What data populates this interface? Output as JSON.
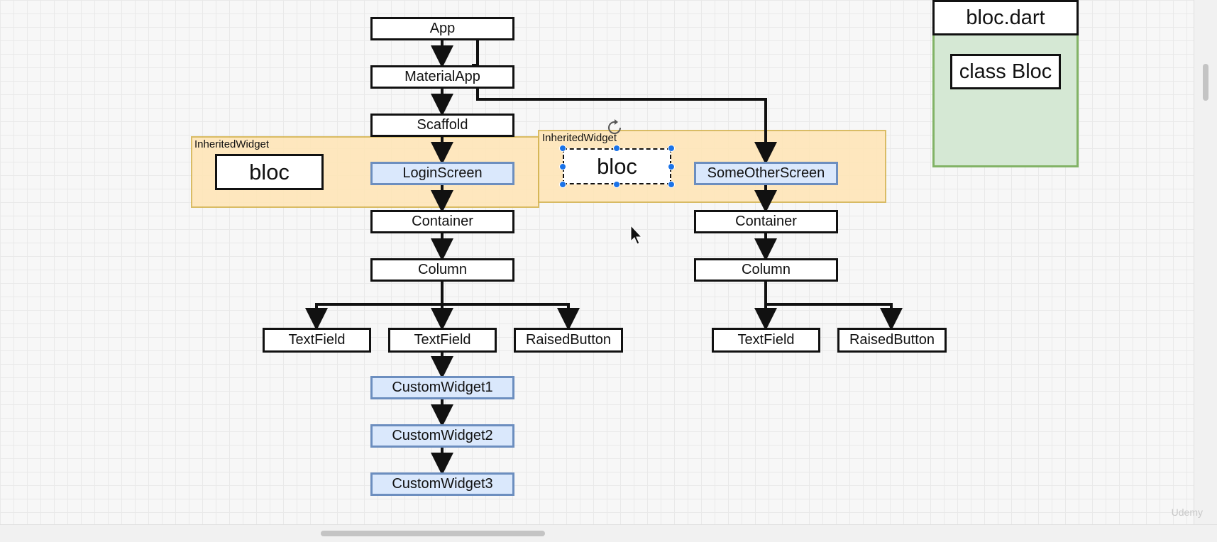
{
  "nodes": {
    "app": "App",
    "materialapp": "MaterialApp",
    "scaffold": "Scaffold",
    "loginscreen": "LoginScreen",
    "container_left": "Container",
    "column_left": "Column",
    "textfield_1": "TextField",
    "textfield_2": "TextField",
    "raisedbutton_left": "RaisedButton",
    "customwidget1": "CustomWidget1",
    "customwidget2": "CustomWidget2",
    "customwidget3": "CustomWidget3",
    "someotherscreen": "SomeOtherScreen",
    "container_right": "Container",
    "column_right": "Column",
    "textfield_right": "TextField",
    "raisedbutton_right": "RaisedButton"
  },
  "inherited_widget_left": {
    "label": "InheritedWidget",
    "bloc": "bloc"
  },
  "inherited_widget_right": {
    "label": "InheritedWidget",
    "bloc": "bloc"
  },
  "bloc_file": {
    "title": "bloc.dart",
    "class_label": "class Bloc"
  },
  "colors": {
    "inherited_fill": "#ffe6b8",
    "inherited_border": "#d6b656",
    "blue_fill": "#dae8fc",
    "blue_border": "#6c8ebf",
    "green_fill": "#d5e8d4",
    "green_border": "#82b366",
    "selection": "#1a73e8"
  },
  "watermark": "Udemy"
}
